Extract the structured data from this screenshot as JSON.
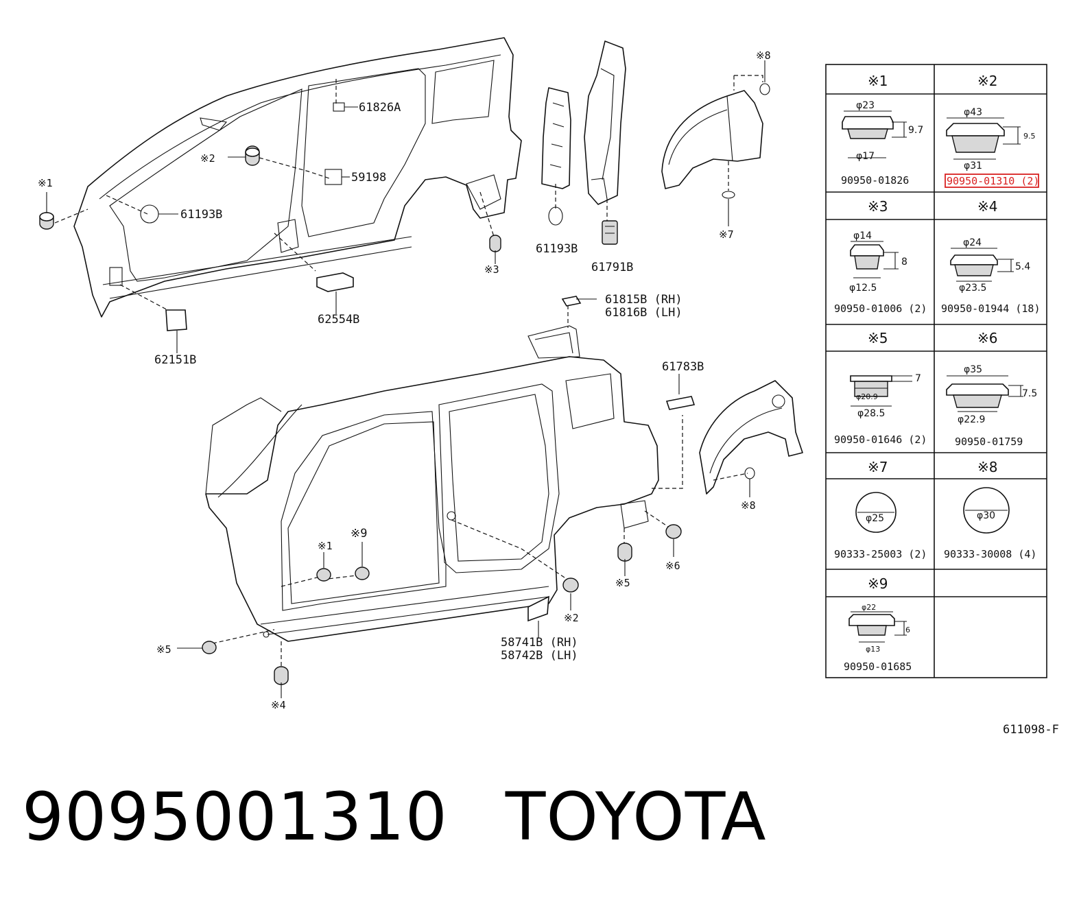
{
  "callouts": {
    "p61826A": "61826A",
    "p59198": "59198",
    "p61193B_left": "61193B",
    "p62554B": "62554B",
    "p62151B": "62151B",
    "p61193B_mid": "61193B",
    "p61791B": "61791B",
    "p61815B": "61815B (RH)",
    "p61816B": "61816B (LH)",
    "p61783B": "61783B",
    "p58741B": "58741B (RH)",
    "p58742B": "58742B (LH)",
    "m1_a": "※1",
    "m2_a": "※2",
    "m3": "※3",
    "m8_a": "※8",
    "m7": "※7",
    "m9": "※9",
    "m1_b": "※1",
    "m2_b": "※2",
    "m4": "※4",
    "m5_a": "※5",
    "m5_b": "※5",
    "m6": "※6",
    "m8_b": "※8"
  },
  "table": {
    "cells": [
      {
        "mark": "※1",
        "part": "90950-01826",
        "dims": [
          "φ23",
          "9.7",
          "φ17"
        ]
      },
      {
        "mark": "※2",
        "part": "90950-01310 (2)",
        "dims": [
          "φ43",
          "9.5",
          "φ31"
        ]
      },
      {
        "mark": "※3",
        "part": "90950-01006 (2)",
        "dims": [
          "φ14",
          "8",
          "φ12.5"
        ]
      },
      {
        "mark": "※4",
        "part": "90950-01944 (18)",
        "dims": [
          "φ24",
          "5.4",
          "φ23.5"
        ]
      },
      {
        "mark": "※5",
        "part": "90950-01646 (2)",
        "dims": [
          "7",
          "φ20.9",
          "φ28.5"
        ]
      },
      {
        "mark": "※6",
        "part": "90950-01759",
        "dims": [
          "φ35",
          "7.5",
          "φ22.9"
        ]
      },
      {
        "mark": "※7",
        "part": "90333-25003 (2)",
        "dims": [
          "φ25"
        ]
      },
      {
        "mark": "※8",
        "part": "90333-30008 (4)",
        "dims": [
          "φ30"
        ]
      },
      {
        "mark": "※9",
        "part": "90950-01685",
        "dims": [
          "φ22",
          "6",
          "φ13"
        ]
      }
    ],
    "highlight_color": "#d92020"
  },
  "diagram_code": "611098-F",
  "caption": {
    "part_number": "9095001310",
    "brand": "TOYOTA"
  }
}
